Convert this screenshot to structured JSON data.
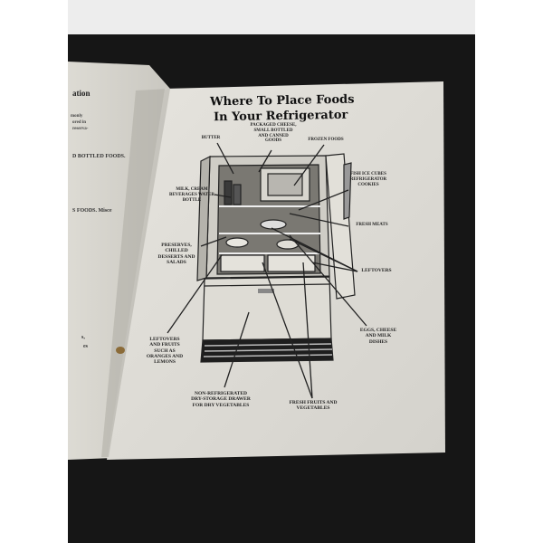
{
  "title": {
    "line1": "Where To Place Foods",
    "line2": "In Your Refrigerator"
  },
  "labels": {
    "butter": "BUTTER",
    "packaged": "PACKAGED CHEESE, SMALL BOTTLED AND CANNED GOODS",
    "frozen": "FROZEN FOODS",
    "fish": "FISH ICE CUBES REFRIGERATOR COOKIES",
    "milk": "MILK, CREAM BEVERAGES WATER BOTTLE",
    "fresh_meats": "FRESH MEATS",
    "preserves": "PRESERVES, CHILLED DESSERTS AND SALADS",
    "leftovers_right": "LEFTOVERS",
    "leftovers_left": "LEFTOVERS AND FRUITS SUCH AS ORANGES AND LEMONS",
    "eggs": "EGGS, CHEESE AND MILK DISHES",
    "nonref": "NON-REFRIGERATED DRY-STORAGE DRAWER FOR DRY VEGETABLES",
    "fruits": "FRESH FRUITS AND VEGETABLES"
  },
  "left_page": {
    "l1": "ation",
    "l2": "monly",
    "l3": "ored in",
    "l4": "reserva-",
    "l5": "D BOTTLED FOODS.",
    "l6": "S FOODS. Misce",
    "l7": "s,",
    "l8": "es"
  }
}
